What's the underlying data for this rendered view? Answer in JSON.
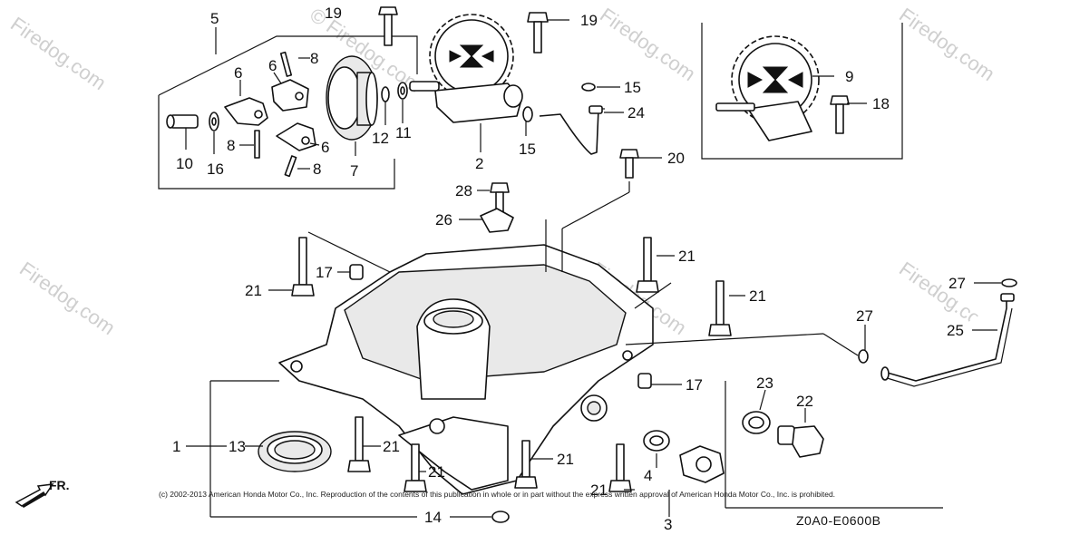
{
  "watermark": {
    "text": "Firedog.com",
    "stamp": "© Firedog.com"
  },
  "copyright": "(c) 2002-2013 American Honda Motor Co., Inc. Reproduction of the contents of this publication in whole or in part without the express written approval of American Honda Motor Co., Inc. is prohibited.",
  "diagram_code": "Z0A0-E0600B",
  "front_label": "FR.",
  "callouts": {
    "c1": "1",
    "c2": "2",
    "c3": "3",
    "c4": "4",
    "c5": "5",
    "c6a": "6",
    "c6b": "6",
    "c6c": "6",
    "c7": "7",
    "c8a": "8",
    "c8b": "8",
    "c8c": "8",
    "c9": "9",
    "c10": "10",
    "c11": "11",
    "c12": "12",
    "c13": "13",
    "c14": "14",
    "c15a": "15",
    "c15b": "15",
    "c16": "16",
    "c17a": "17",
    "c17b": "17",
    "c18": "18",
    "c19a": "19",
    "c19b": "19",
    "c20": "20",
    "c21a": "21",
    "c21b": "21",
    "c21c": "21",
    "c21d": "21",
    "c21e": "21",
    "c21f": "21",
    "c21g": "21",
    "c22": "22",
    "c23": "23",
    "c24": "24",
    "c25": "25",
    "c26": "26",
    "c27a": "27",
    "c27b": "27",
    "c28": "28"
  }
}
